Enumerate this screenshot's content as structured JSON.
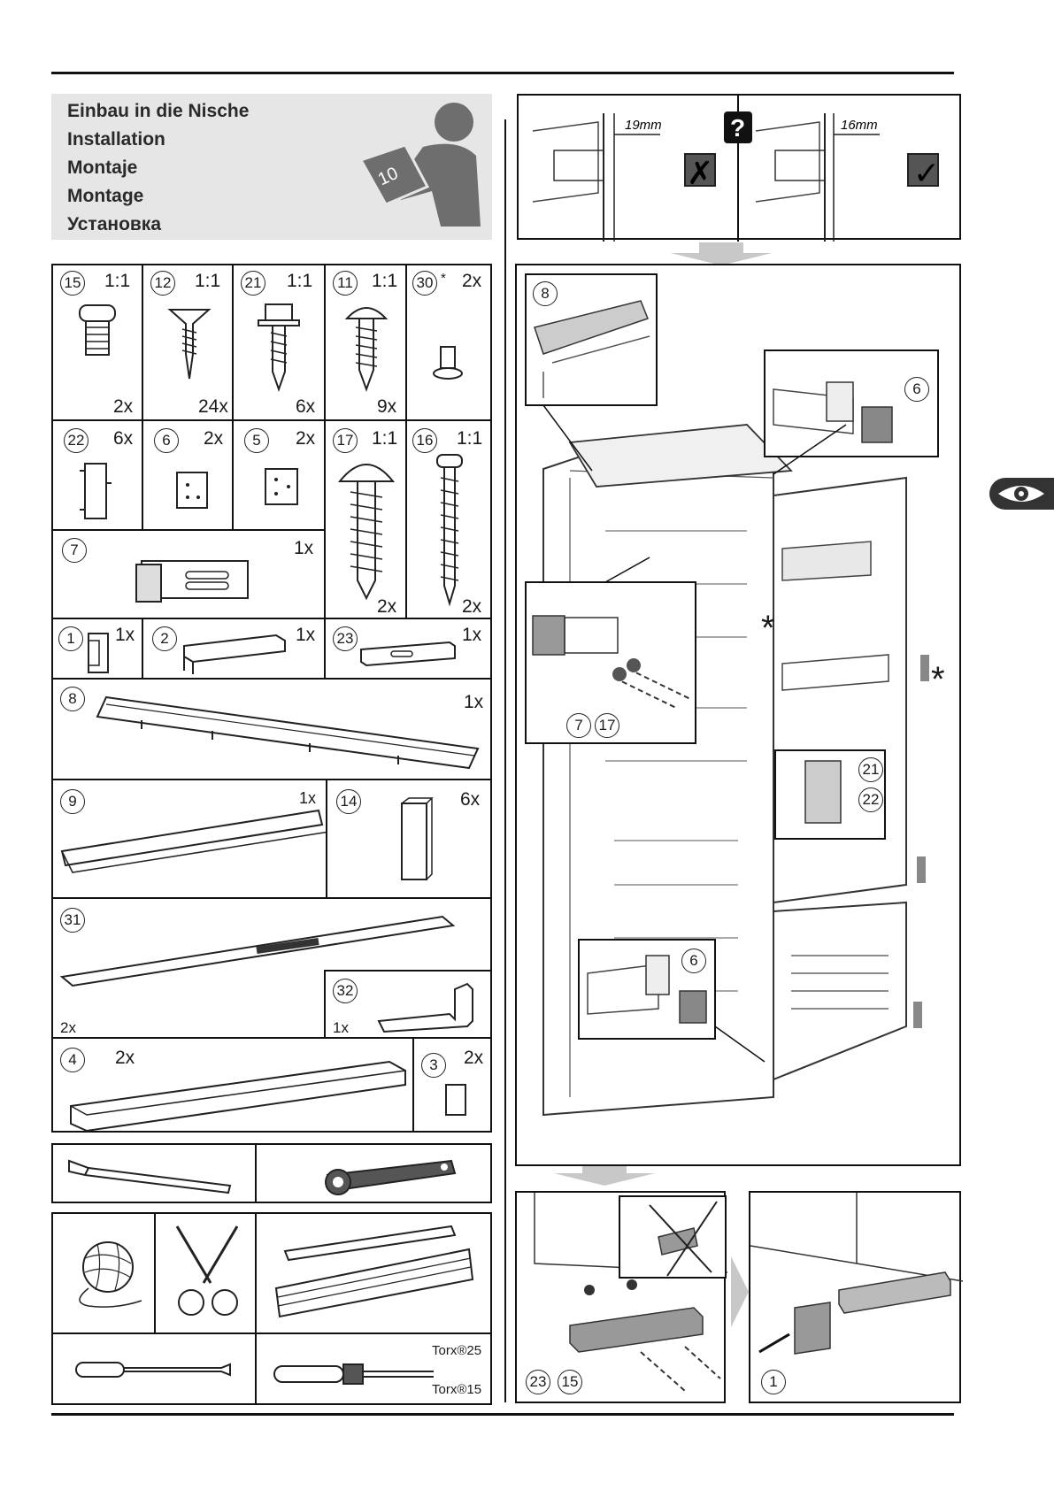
{
  "header": {
    "titles": [
      "Einbau in die Nische",
      "Installation",
      "Montaje",
      "Montage",
      "Установка"
    ],
    "manual_badge": "10"
  },
  "parts": {
    "p15": {
      "num": "15",
      "scale": "1:1",
      "qty": "2x"
    },
    "p12": {
      "num": "12",
      "scale": "1:1",
      "qty": "24x"
    },
    "p21": {
      "num": "21",
      "scale": "1:1",
      "qty": "6x"
    },
    "p11": {
      "num": "11",
      "scale": "1:1",
      "qty": "9x"
    },
    "p30": {
      "num": "30",
      "star": "*",
      "qty": "2x"
    },
    "p22": {
      "num": "22",
      "qty": "6x"
    },
    "p6": {
      "num": "6",
      "qty": "2x"
    },
    "p5": {
      "num": "5",
      "qty": "2x"
    },
    "p17": {
      "num": "17",
      "scale": "1:1",
      "qty": "2x"
    },
    "p16": {
      "num": "16",
      "scale": "1:1",
      "qty": "2x"
    },
    "p7": {
      "num": "7",
      "qty": "1x"
    },
    "p1": {
      "num": "1",
      "qty": "1x"
    },
    "p2": {
      "num": "2",
      "qty": "1x"
    },
    "p23": {
      "num": "23",
      "qty": "1x"
    },
    "p8": {
      "num": "8",
      "qty": "1x"
    },
    "p9": {
      "num": "9",
      "qty": "1x"
    },
    "p14": {
      "num": "14",
      "qty": "6x"
    },
    "p31": {
      "num": "31",
      "qty": "2x"
    },
    "p32": {
      "num": "32",
      "qty": "1x"
    },
    "p4": {
      "num": "4",
      "qty": "2x"
    },
    "p3": {
      "num": "3",
      "qty": "2x"
    }
  },
  "tools": {
    "torx25": "Torx®25",
    "torx15": "Torx®15"
  },
  "steps": {
    "gap_wrong": "19mm",
    "gap_right": "16mm",
    "question": "?",
    "mark_wrong": "✗",
    "mark_right": "✓",
    "label_8": "8",
    "label_6_top": "6",
    "label_7": "7",
    "label_17": "17",
    "label_21": "21",
    "label_22": "22",
    "label_6_bottom": "6",
    "label_23": "23",
    "label_15": "15",
    "label_1": "1",
    "asterisk": "*"
  },
  "side_tab": {
    "icon": "eye-icon"
  }
}
